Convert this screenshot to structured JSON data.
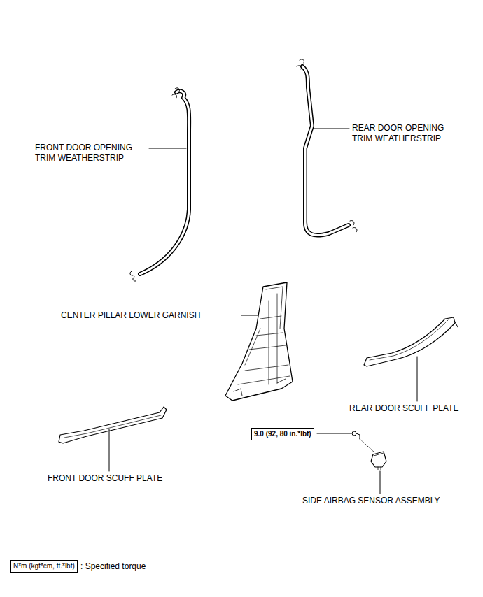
{
  "diagram": {
    "nodes": [
      {
        "text": [
          "9.0 (92, 80 in.*lbf)"
        ]
      },
      {
        "text": [
          "N*m (kgf*cm, ft.*lbf)"
        ]
      }
    ],
    "labels": [
      "REAR DOOR OPENING TRIM WEATHERSTRIP",
      "FRONT DOOR OPENING TRIM WEATHERSTRIP",
      "CENTER PILLAR LOWER GARNISH",
      "REAR DOOR SCUFF PLATE",
      "FRONT DOOR SCUFF PLATE",
      "SIDE AIRBAG SENSOR ASSEMBLY",
      ": Specified torque"
    ]
  }
}
